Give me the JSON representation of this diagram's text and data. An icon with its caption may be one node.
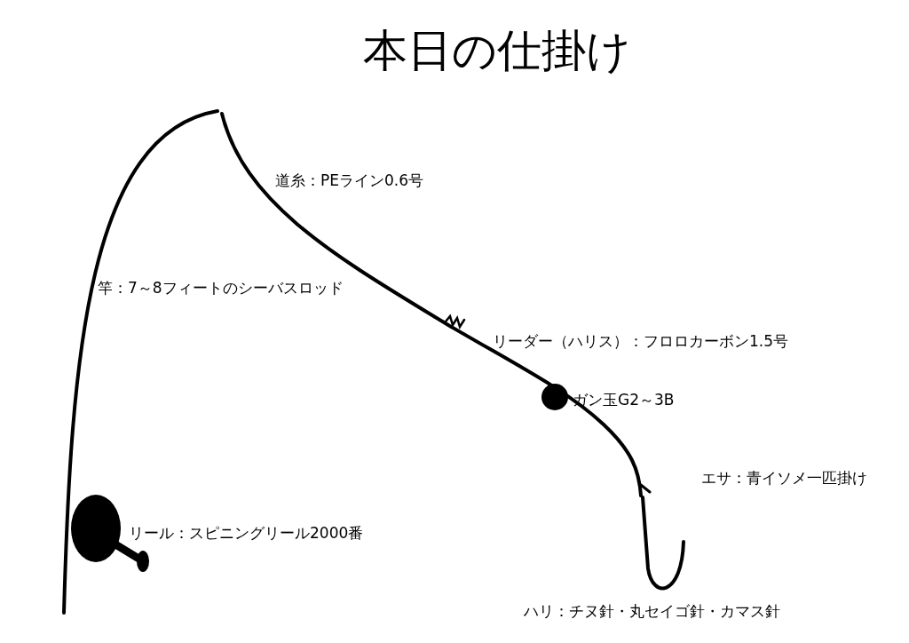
{
  "diagram": {
    "title": "本日の仕掛け",
    "labels": [
      "道糸：PEライン0.6号",
      "竿：7～8フィートのシーバスロッド",
      "リーダー（ハリス）：フロロカーボン1.5号",
      "ガン玉G2～3B",
      "エサ：青イソメ一匹掛け",
      "リール：スピニングリール2000番",
      "ハリ：チヌ針・丸セイゴ針・カマス針"
    ]
  }
}
